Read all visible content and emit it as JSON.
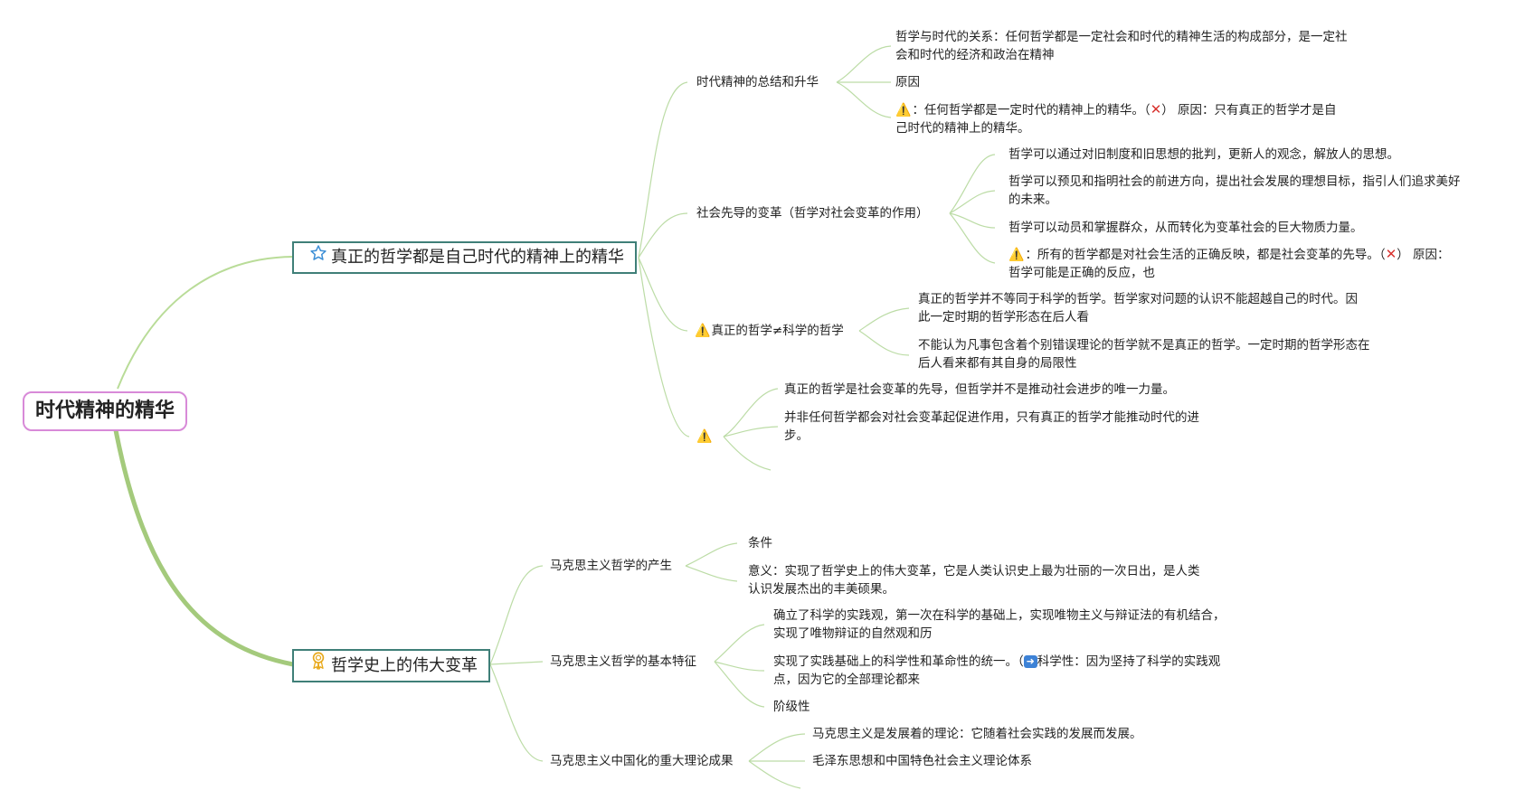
{
  "colors": {
    "root_border": "#d88ad8",
    "main_border": "#3f7f78",
    "link": "#b7d8a0",
    "root_link": "#a6cc82",
    "warn": "#f2b21c",
    "cross": "#d8332f",
    "arrow": "#3d82d6"
  },
  "icons": {
    "star": "star-icon",
    "award": "award-ribbon-icon",
    "warning": "warning-icon",
    "cross": "cross-mark-icon",
    "arrow": "right-arrow-icon"
  },
  "root": {
    "label": "时代精神的精华"
  },
  "branch1": {
    "label": "真正的哲学都是自己时代的精神上的精华",
    "t1": {
      "label": "时代精神的总结和升华",
      "c1": "哲学与时代的关系：任何哲学都是一定社会和时代的精神生活的构成部分，是一定社会和时代的经济和政治在精神",
      "c2": "原因",
      "c3_text": "：任何哲学都是一定时代的精神上的精华。（",
      "c3_tail": "） 原因：只有真正的哲学才是自己时代的精神上的精华。"
    },
    "t2": {
      "label": "社会先导的变革（哲学对社会变革的作用）",
      "c1": "哲学可以通过对旧制度和旧思想的批判，更新人的观念，解放人的思想。",
      "c2": "哲学可以预见和指明社会的前进方向，提出社会发展的理想目标，指引人们追求美好的未来。",
      "c3": "哲学可以动员和掌握群众，从而转化为变革社会的巨大物质力量。",
      "c4_text": "：所有的哲学都是对社会生活的正确反映，都是社会变革的先导。（",
      "c4_tail": "） 原因：哲学可能是正确的反应，也"
    },
    "t3": {
      "label": "真正的哲学≠科学的哲学",
      "c1": "真正的哲学并不等同于科学的哲学。哲学家对问题的认识不能超越自己的时代。因此一定时期的哲学形态在后人看",
      "c2": "不能认为凡事包含着个别错误理论的哲学就不是真正的哲学。一定时期的哲学形态在后人看来都有其自身的局限性"
    },
    "t4": {
      "c1": "真正的哲学是社会变革的先导，但哲学并不是推动社会进步的唯一力量。",
      "c2": "并非任何哲学都会对社会变革起促进作用，只有真正的哲学才能推动时代的进步。"
    }
  },
  "branch2": {
    "label": "哲学史上的伟大变革",
    "t1": {
      "label": "马克思主义哲学的产生",
      "c1": "条件",
      "c2": "意义：实现了哲学史上的伟大变革，它是人类认识史上最为壮丽的一次日出，是人类认识发展杰出的丰美硕果。"
    },
    "t2": {
      "label": "马克思主义哲学的基本特征",
      "c1": "确立了科学的实践观，第一次在科学的基础上，实现唯物主义与辩证法的有机结合，实现了唯物辩证的自然观和历",
      "c2_text": "实现了实践基础上的科学性和革命性的统一。（",
      "c2_tail": "科学性：因为坚持了科学的实践观点，因为它的全部理论都来",
      "c3": "阶级性"
    },
    "t3": {
      "label": "马克思主义中国化的重大理论成果",
      "c1": "马克思主义是发展着的理论：它随着社会实践的发展而发展。",
      "c2": "毛泽东思想和中国特色社会主义理论体系"
    }
  }
}
